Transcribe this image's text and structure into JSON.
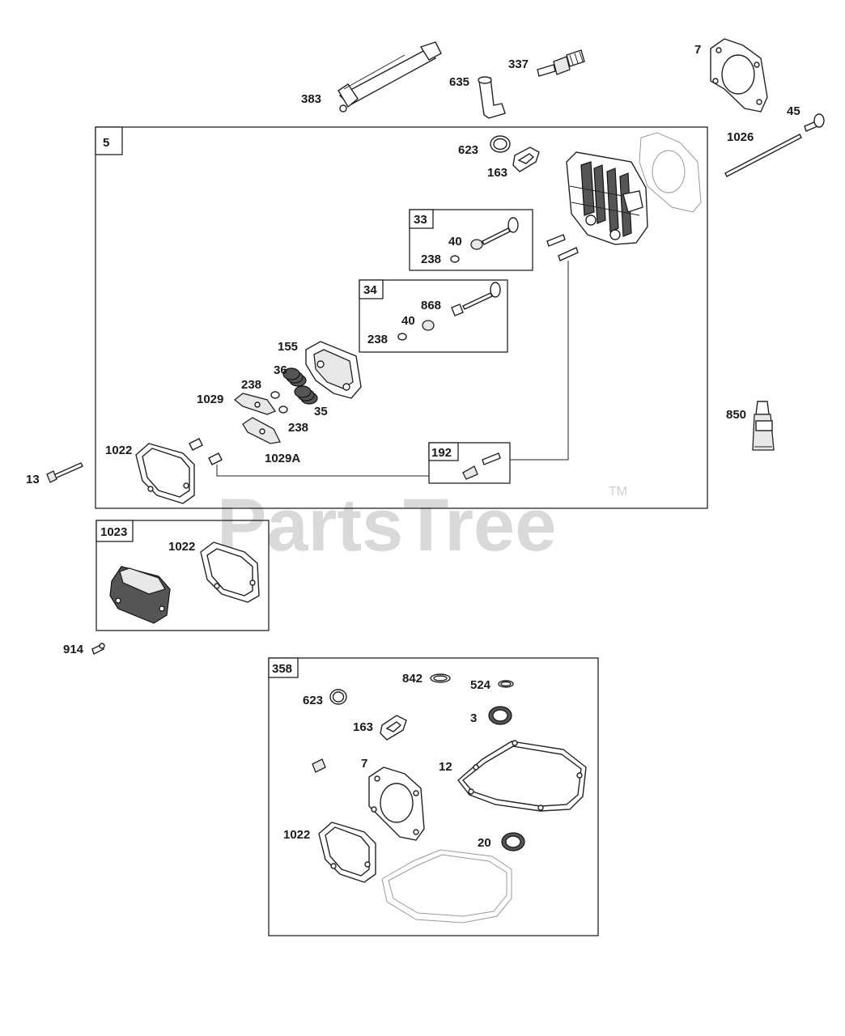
{
  "watermark": {
    "brand": "PartsTree",
    "trademark": "TM"
  },
  "groups": {
    "g5": "5",
    "g33": "33",
    "g34": "34",
    "g192": "192",
    "g1023": "1023",
    "g358": "358"
  },
  "labels": {
    "l383": "383",
    "l635": "635",
    "l337": "337",
    "l7top": "7",
    "l45": "45",
    "l1026": "1026",
    "l623top": "623",
    "l163top": "163",
    "l40a": "40",
    "l238a": "238",
    "l868": "868",
    "l40b": "40",
    "l238b": "238",
    "l155": "155",
    "l36": "36",
    "l238c": "238",
    "l1029": "1029",
    "l35": "35",
    "l238d": "238",
    "l1022a": "1022",
    "l1029A": "1029A",
    "l13": "13",
    "l850": "850",
    "l1022b": "1022",
    "l914": "914",
    "l842": "842",
    "l524": "524",
    "l623b": "623",
    "l3": "3",
    "l163b": "163",
    "l7b": "7",
    "l12": "12",
    "l1022c": "1022",
    "l20": "20"
  }
}
